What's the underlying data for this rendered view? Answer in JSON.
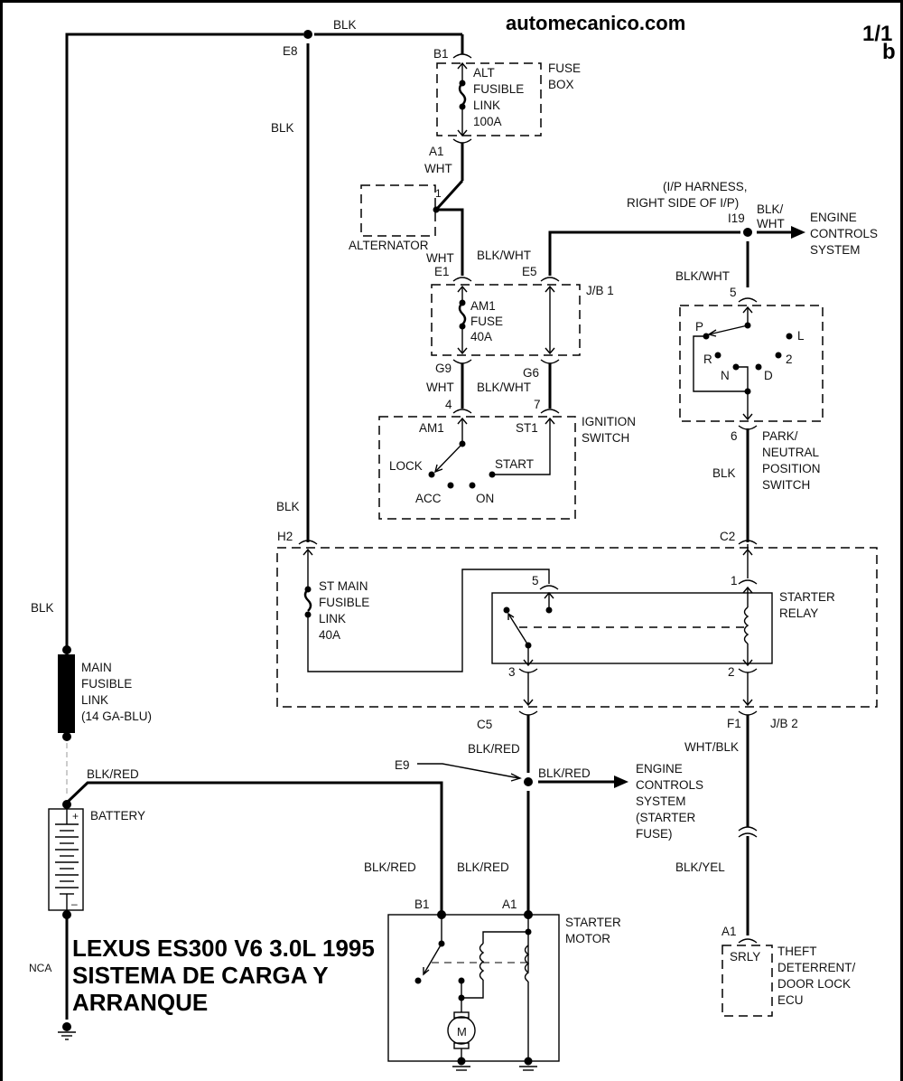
{
  "header": {
    "brand": "automecanico.com",
    "page_number": "1/1",
    "page_suffix": "b"
  },
  "title": {
    "line1": "LEXUS ES300 V6 3.0L 1995",
    "line2": "SISTEMA DE CARGA Y",
    "line3": "ARRANQUE"
  },
  "components": {
    "fuse_box": {
      "name_line1": "FUSE",
      "name_line2": "BOX",
      "fuse_line1": "ALT",
      "fuse_line2": "FUSIBLE",
      "fuse_line3": "LINK",
      "fuse_line4": "100A"
    },
    "alternator": {
      "name": "ALTERNATOR",
      "pin": "1"
    },
    "jb1": {
      "name": "J/B 1",
      "fuse_line1": "AM1",
      "fuse_line2": "FUSE",
      "fuse_line3": "40A"
    },
    "ignition_switch": {
      "name_line1": "IGNITION",
      "name_line2": "SWITCH",
      "pin_am1": "AM1",
      "pin_st1": "ST1",
      "pos_lock": "LOCK",
      "pos_acc": "ACC",
      "pos_on": "ON",
      "pos_start": "START"
    },
    "ip_harness": {
      "line1": "(I/P HARNESS,",
      "line2": "RIGHT SIDE OF I/P)"
    },
    "engine_controls_top": {
      "line1": "ENGINE",
      "line2": "CONTROLS",
      "line3": "SYSTEM"
    },
    "pnp_switch": {
      "name_line1": "PARK/",
      "name_line2": "NEUTRAL",
      "name_line3": "POSITION",
      "name_line4": "SWITCH",
      "pos_p": "P",
      "pos_r": "R",
      "pos_n": "N",
      "pos_d": "D",
      "pos_2": "2",
      "pos_l": "L"
    },
    "st_main_fusible": {
      "line1": "ST MAIN",
      "line2": "FUSIBLE",
      "line3": "LINK",
      "line4": "40A"
    },
    "starter_relay": {
      "name_line1": "STARTER",
      "name_line2": "RELAY",
      "pin1": "1",
      "pin2": "2",
      "pin3": "3",
      "pin5": "5"
    },
    "jb2": {
      "name": "J/B 2"
    },
    "main_fusible": {
      "line1": "MAIN",
      "line2": "FUSIBLE",
      "line3": "LINK",
      "line4": "(14 GA-BLU)"
    },
    "battery": {
      "name": "BATTERY",
      "plus": "+",
      "minus": "–"
    },
    "engine_controls_bottom": {
      "line1": "ENGINE",
      "line2": "CONTROLS",
      "line3": "SYSTEM",
      "line4": "(STARTER",
      "line5": "FUSE)"
    },
    "starter_motor": {
      "name_line1": "STARTER",
      "name_line2": "MOTOR",
      "motor": "M"
    },
    "theft_ecu": {
      "line1": "THEFT",
      "line2": "DETERRENT/",
      "line3": "DOOR LOCK",
      "line4": "ECU",
      "pin": "SRLY"
    },
    "ground": {
      "nca": "NCA"
    }
  },
  "connectors": {
    "e8": "E8",
    "b1_top": "B1",
    "a1_top": "A1",
    "e1": "E1",
    "e5": "E5",
    "g9": "G9",
    "g6": "G6",
    "ign_4": "4",
    "ign_7": "7",
    "i19": "I19",
    "pnp_5": "5",
    "pnp_6": "6",
    "h2": "H2",
    "c2": "C2",
    "c5": "C5",
    "f1": "F1",
    "e9": "E9",
    "b1_motor": "B1",
    "a1_motor": "A1",
    "a1_ecu": "A1"
  },
  "wires": {
    "top_blk": "BLK",
    "e8_blk": "BLK",
    "a1_wht": "WHT",
    "alt_wht": "WHT",
    "e5_blkwht": "BLK/WHT",
    "i19_blkwht_1": "BLK/",
    "i19_blkwht_2": "WHT",
    "pnp_blkwht": "BLK/WHT",
    "g9_wht": "WHT",
    "g6_blkwht": "BLK/WHT",
    "h2_blk": "BLK",
    "pnp_blk": "BLK",
    "left_blk": "BLK",
    "bat_blkred": "BLK/RED",
    "c5_blkred": "BLK/RED",
    "e9_blkred": "BLK/RED",
    "b1_blkred": "BLK/RED",
    "a1_blkred": "BLK/RED",
    "f1_whtblk": "WHT/BLK",
    "blkyel": "BLK/YEL"
  }
}
